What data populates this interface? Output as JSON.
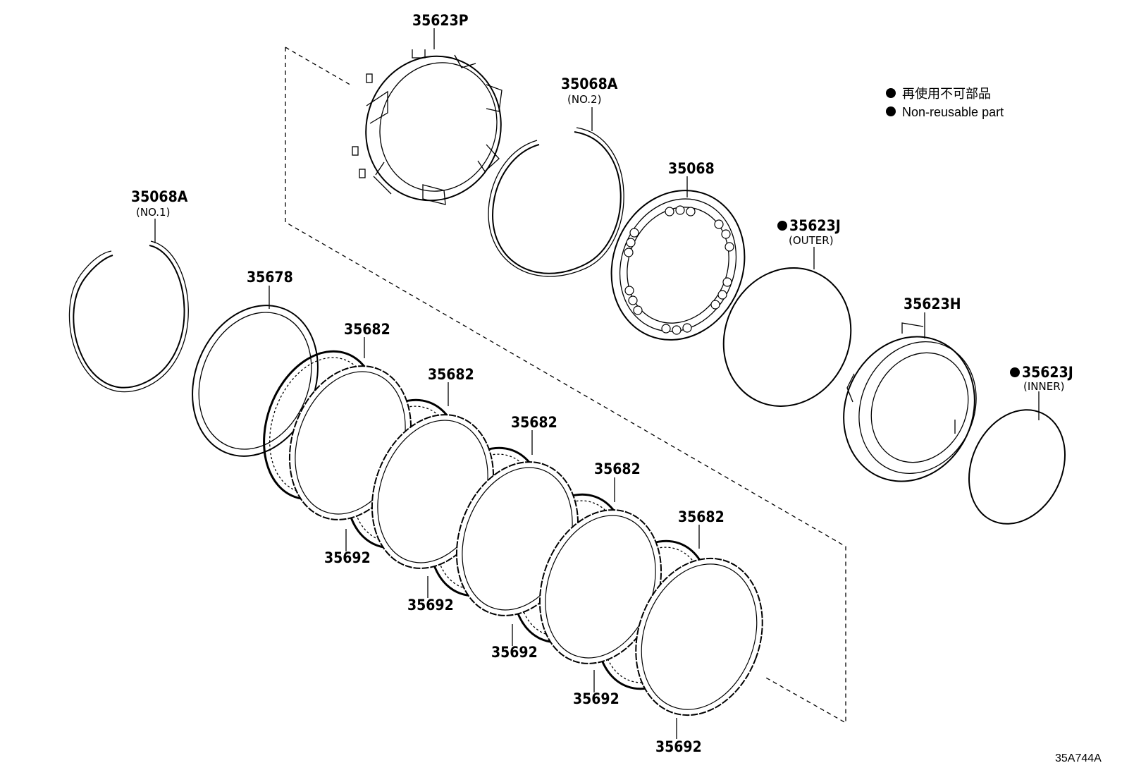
{
  "legend": {
    "jp": "再使用不可部品",
    "en": "Non-reusable part"
  },
  "diagram_code": "35A744A",
  "labels": {
    "p35623P": "35623P",
    "p35068A_no2": "35068A",
    "p35068A_no2_sub": "(NO.2)",
    "p35068": "35068",
    "p35623J_outer": "35623J",
    "p35623J_outer_sub": "(OUTER)",
    "p35623H": "35623H",
    "p35623J_inner": "35623J",
    "p35623J_inner_sub": "(INNER)",
    "p35068A_no1": "35068A",
    "p35068A_no1_sub": "(NO.1)",
    "p35678": "35678",
    "p35682_1": "35682",
    "p35682_2": "35682",
    "p35682_3": "35682",
    "p35682_4": "35682",
    "p35682_5": "35682",
    "p35692_1": "35692",
    "p35692_2": "35692",
    "p35692_3": "35692",
    "p35692_4": "35692",
    "p35692_5": "35692"
  }
}
